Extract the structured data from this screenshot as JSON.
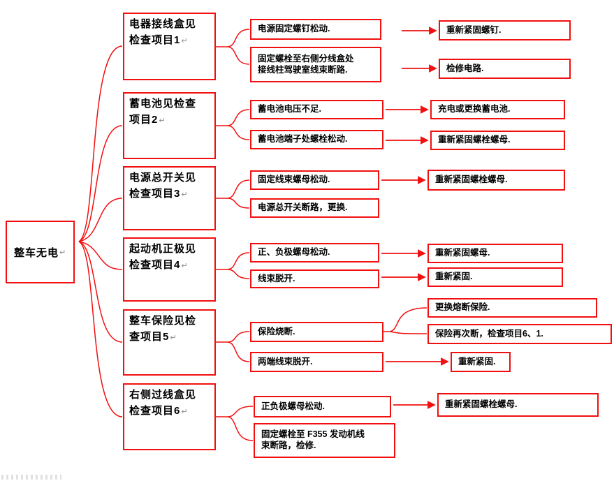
{
  "root": {
    "label": "整车无电"
  },
  "marks": {
    "return_mark": "↵"
  },
  "colors": {
    "line_red": "#f10f0f",
    "box_border": "#f10f0f",
    "text": "#000000"
  },
  "branches": [
    {
      "label": "电器接线盒见\n检查项目1",
      "causes": [
        {
          "text": "电源固定螺钉松动."
        },
        {
          "text": "固定螺栓至右侧分线盒处\n接线柱驾驶室线束断路."
        }
      ],
      "remedies": [
        {
          "text": "重新紧固螺钉."
        },
        {
          "text": "检修电路."
        }
      ]
    },
    {
      "label": "蓄电池见检查\n项目2",
      "causes": [
        {
          "text": "蓄电池电压不足."
        },
        {
          "text": "蓄电池端子处螺栓松动."
        }
      ],
      "remedies": [
        {
          "text": "充电或更换蓄电池."
        },
        {
          "text": "重新紧固螺栓螺母."
        }
      ]
    },
    {
      "label": "电源总开关见\n检查项目3",
      "causes": [
        {
          "text": "固定线束螺母松动."
        },
        {
          "text": "电源总开关断路，更换."
        }
      ],
      "remedies": [
        {
          "text": "重新紧固螺栓螺母."
        }
      ]
    },
    {
      "label": "起动机正极见\n检查项目4",
      "causes": [
        {
          "text": "正、负极螺母松动."
        },
        {
          "text": "线束脱开."
        }
      ],
      "remedies": [
        {
          "text": "重新紧固螺母."
        },
        {
          "text": "重新紧固."
        }
      ]
    },
    {
      "label": "整车保险见检\n查项目5",
      "causes": [
        {
          "text": "保险烧断."
        },
        {
          "text": "两端线束脱开."
        }
      ],
      "remedies": [
        {
          "text": "更换熔断保险."
        },
        {
          "text": "保险再次断，检查项目6、1."
        },
        {
          "text": "重新紧固."
        }
      ]
    },
    {
      "label": "右侧过线盒见\n检查项目6",
      "causes": [
        {
          "text": "正负极螺母松动."
        },
        {
          "text": "固定螺栓至 F355 发动机线\n束断路，检修."
        }
      ],
      "remedies": [
        {
          "text": "重新紧固螺栓螺母."
        }
      ]
    }
  ]
}
